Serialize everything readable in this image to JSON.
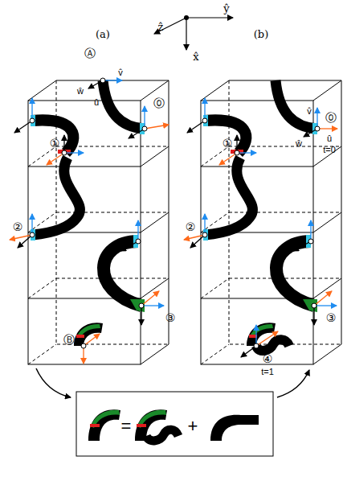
{
  "diagram": {
    "labels": [
      "(a)",
      "(b)",
      "ẑ",
      "ŷ",
      "x̂",
      "Ⓐ",
      "ŵ",
      "v̂",
      "û",
      "⓪",
      "①",
      "②",
      "③",
      "Ⓑ",
      "v̂",
      "⓪",
      "û",
      "ŵ",
      "t=0",
      "①",
      "②",
      "③",
      "④",
      "t=1",
      "=",
      "+"
    ]
  }
}
